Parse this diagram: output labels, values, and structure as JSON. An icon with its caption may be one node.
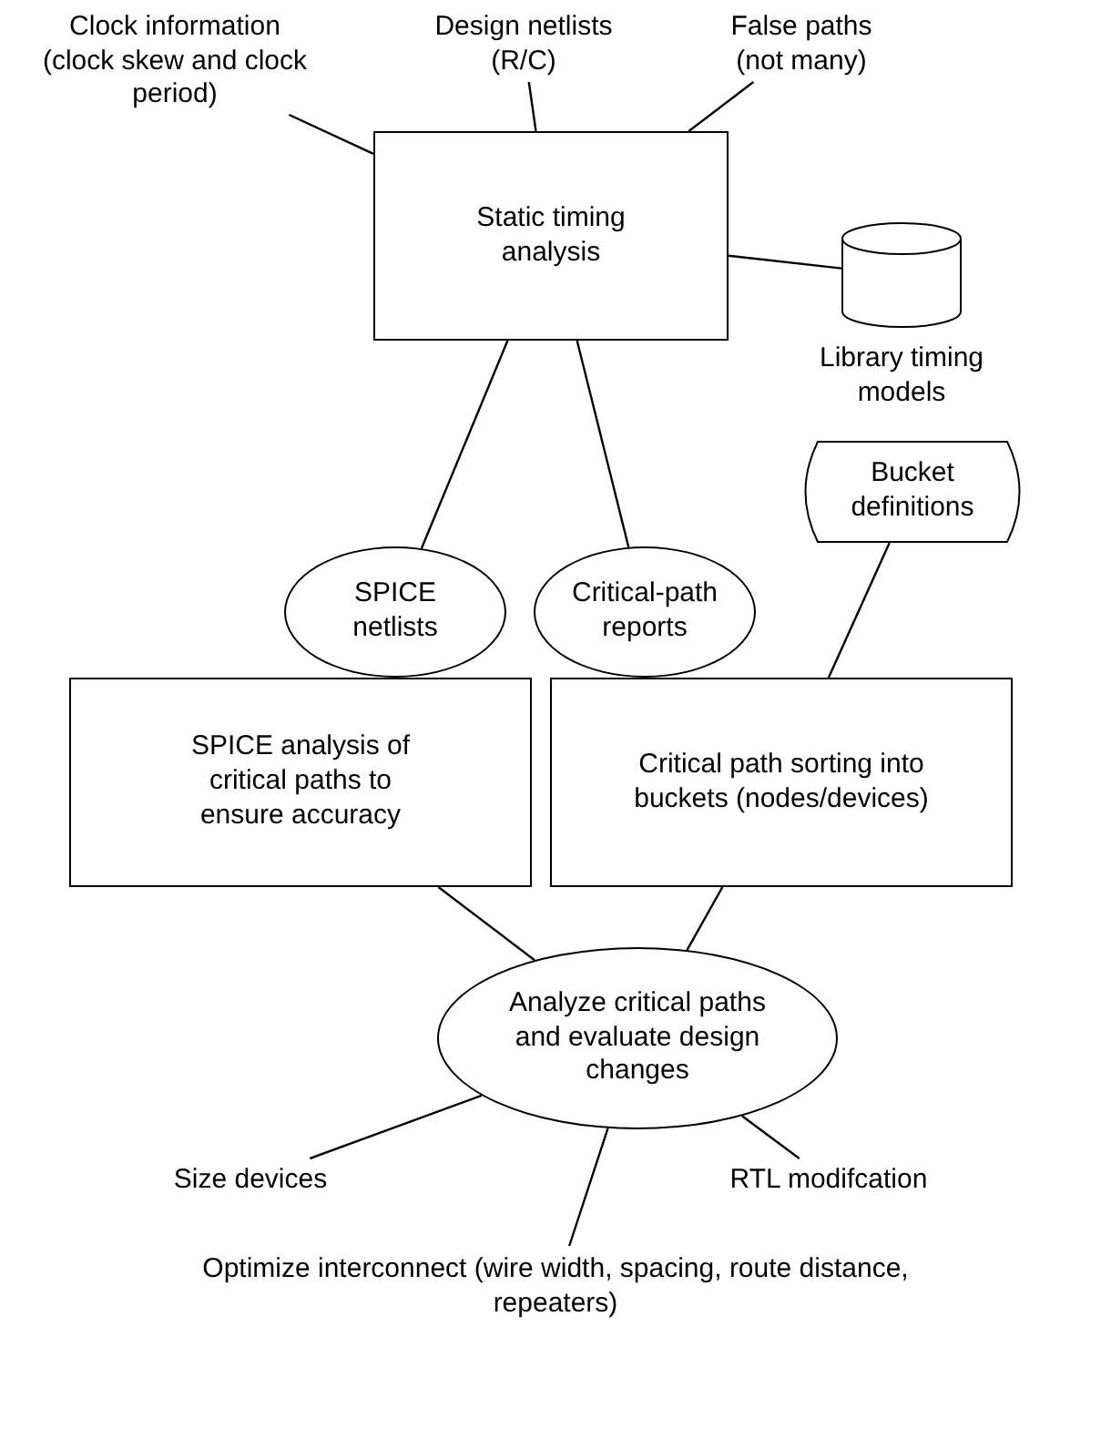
{
  "diagram": {
    "nodes": [
      {
        "text": [
          "Clock information (clock skew and clock period)"
        ]
      },
      {
        "text": [
          "Design netlists (R/C)"
        ]
      },
      {
        "text": [
          "False paths (not many)"
        ]
      },
      {
        "text": [
          "Static timing analysis"
        ]
      },
      {
        "text": [],
        "shape": "cylinder",
        "beside": [
          "Library timing models"
        ]
      },
      {
        "text": [
          "Bucket definitions"
        ]
      },
      {
        "text": [
          "SPICE netlists"
        ]
      },
      {
        "text": [
          "Critical-path reports"
        ]
      },
      {
        "text": [
          "SPICE analysis of critical paths to ensure accuracy"
        ]
      },
      {
        "text": [
          "Critical path sorting into buckets (nodes/devices)"
        ]
      },
      {
        "text": [
          "Analyze critical paths and evaluate design changes"
        ]
      },
      {
        "text": [
          "Size devices"
        ]
      },
      {
        "text": [
          "RTL modifcation"
        ]
      },
      {
        "text": [
          "Optimize interconnect (wire width, spacing, route distance, repeaters)"
        ]
      }
    ],
    "edges": [
      {
        "from": 0,
        "to": 3,
        "arrow": "none"
      },
      {
        "from": 1,
        "to": 3,
        "arrow": "none"
      },
      {
        "from": 2,
        "to": 3,
        "arrow": "none"
      },
      {
        "from": 3,
        "to": 4,
        "arrow": "none"
      },
      {
        "from": 3,
        "to": 6,
        "arrow": "none"
      },
      {
        "from": 3,
        "to": 7,
        "arrow": "none"
      },
      {
        "from": 5,
        "to": 9,
        "arrow": "none"
      },
      {
        "from": 8,
        "to": 10,
        "arrow": "none"
      },
      {
        "from": 9,
        "to": 10,
        "arrow": "none"
      },
      {
        "from": 10,
        "to": 11,
        "arrow": "none"
      },
      {
        "from": 10,
        "to": 13,
        "arrow": "none"
      },
      {
        "from": 10,
        "to": 12,
        "arrow": "none"
      }
    ]
  }
}
